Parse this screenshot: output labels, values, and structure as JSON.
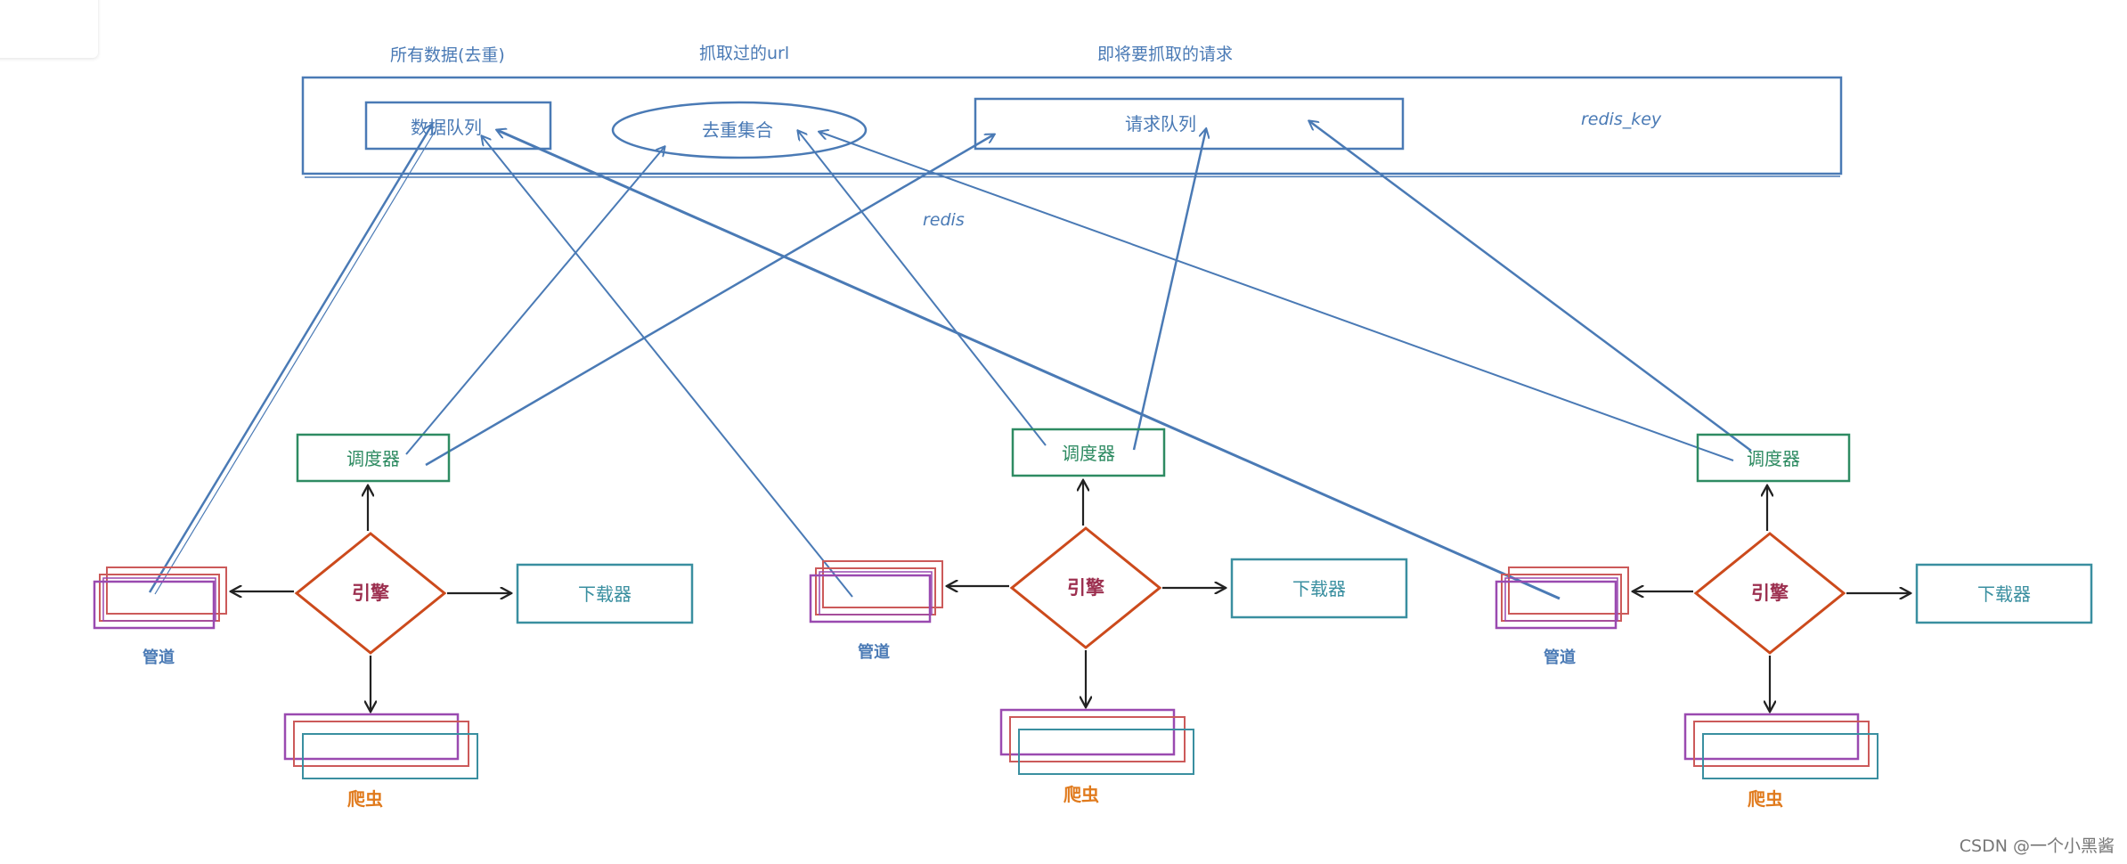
{
  "redis_box": {
    "caption_all_data": "所有数据(去重)",
    "caption_crawled_url": "抓取过的url",
    "caption_pending_requests": "即将要抓取的请求",
    "data_queue": "数据队列",
    "dedup_set": "去重集合",
    "request_queue": "请求队列",
    "redis_key": "redis_key",
    "redis_label": "redis"
  },
  "nodes": [
    {
      "scheduler": "调度器",
      "engine": "引擎",
      "downloader": "下载器",
      "pipeline": "管道",
      "spider": "爬虫"
    },
    {
      "scheduler": "调度器",
      "engine": "引擎",
      "downloader": "下载器",
      "pipeline": "管道",
      "spider": "爬虫"
    },
    {
      "scheduler": "调度器",
      "engine": "引擎",
      "downloader": "下载器",
      "pipeline": "管道",
      "spider": "爬虫"
    }
  ],
  "colors": {
    "blue": "#4a7ab5",
    "green": "#2e8b62",
    "engine": "#cc4a1c",
    "engine_text": "#9c2f4f",
    "teal": "#3a8fa0",
    "spider_text": "#e07a1c",
    "pipe_red": "#cc5a5a",
    "pipe_purple": "#9a4ab0"
  },
  "watermark": "CSDN @一个小黑酱"
}
